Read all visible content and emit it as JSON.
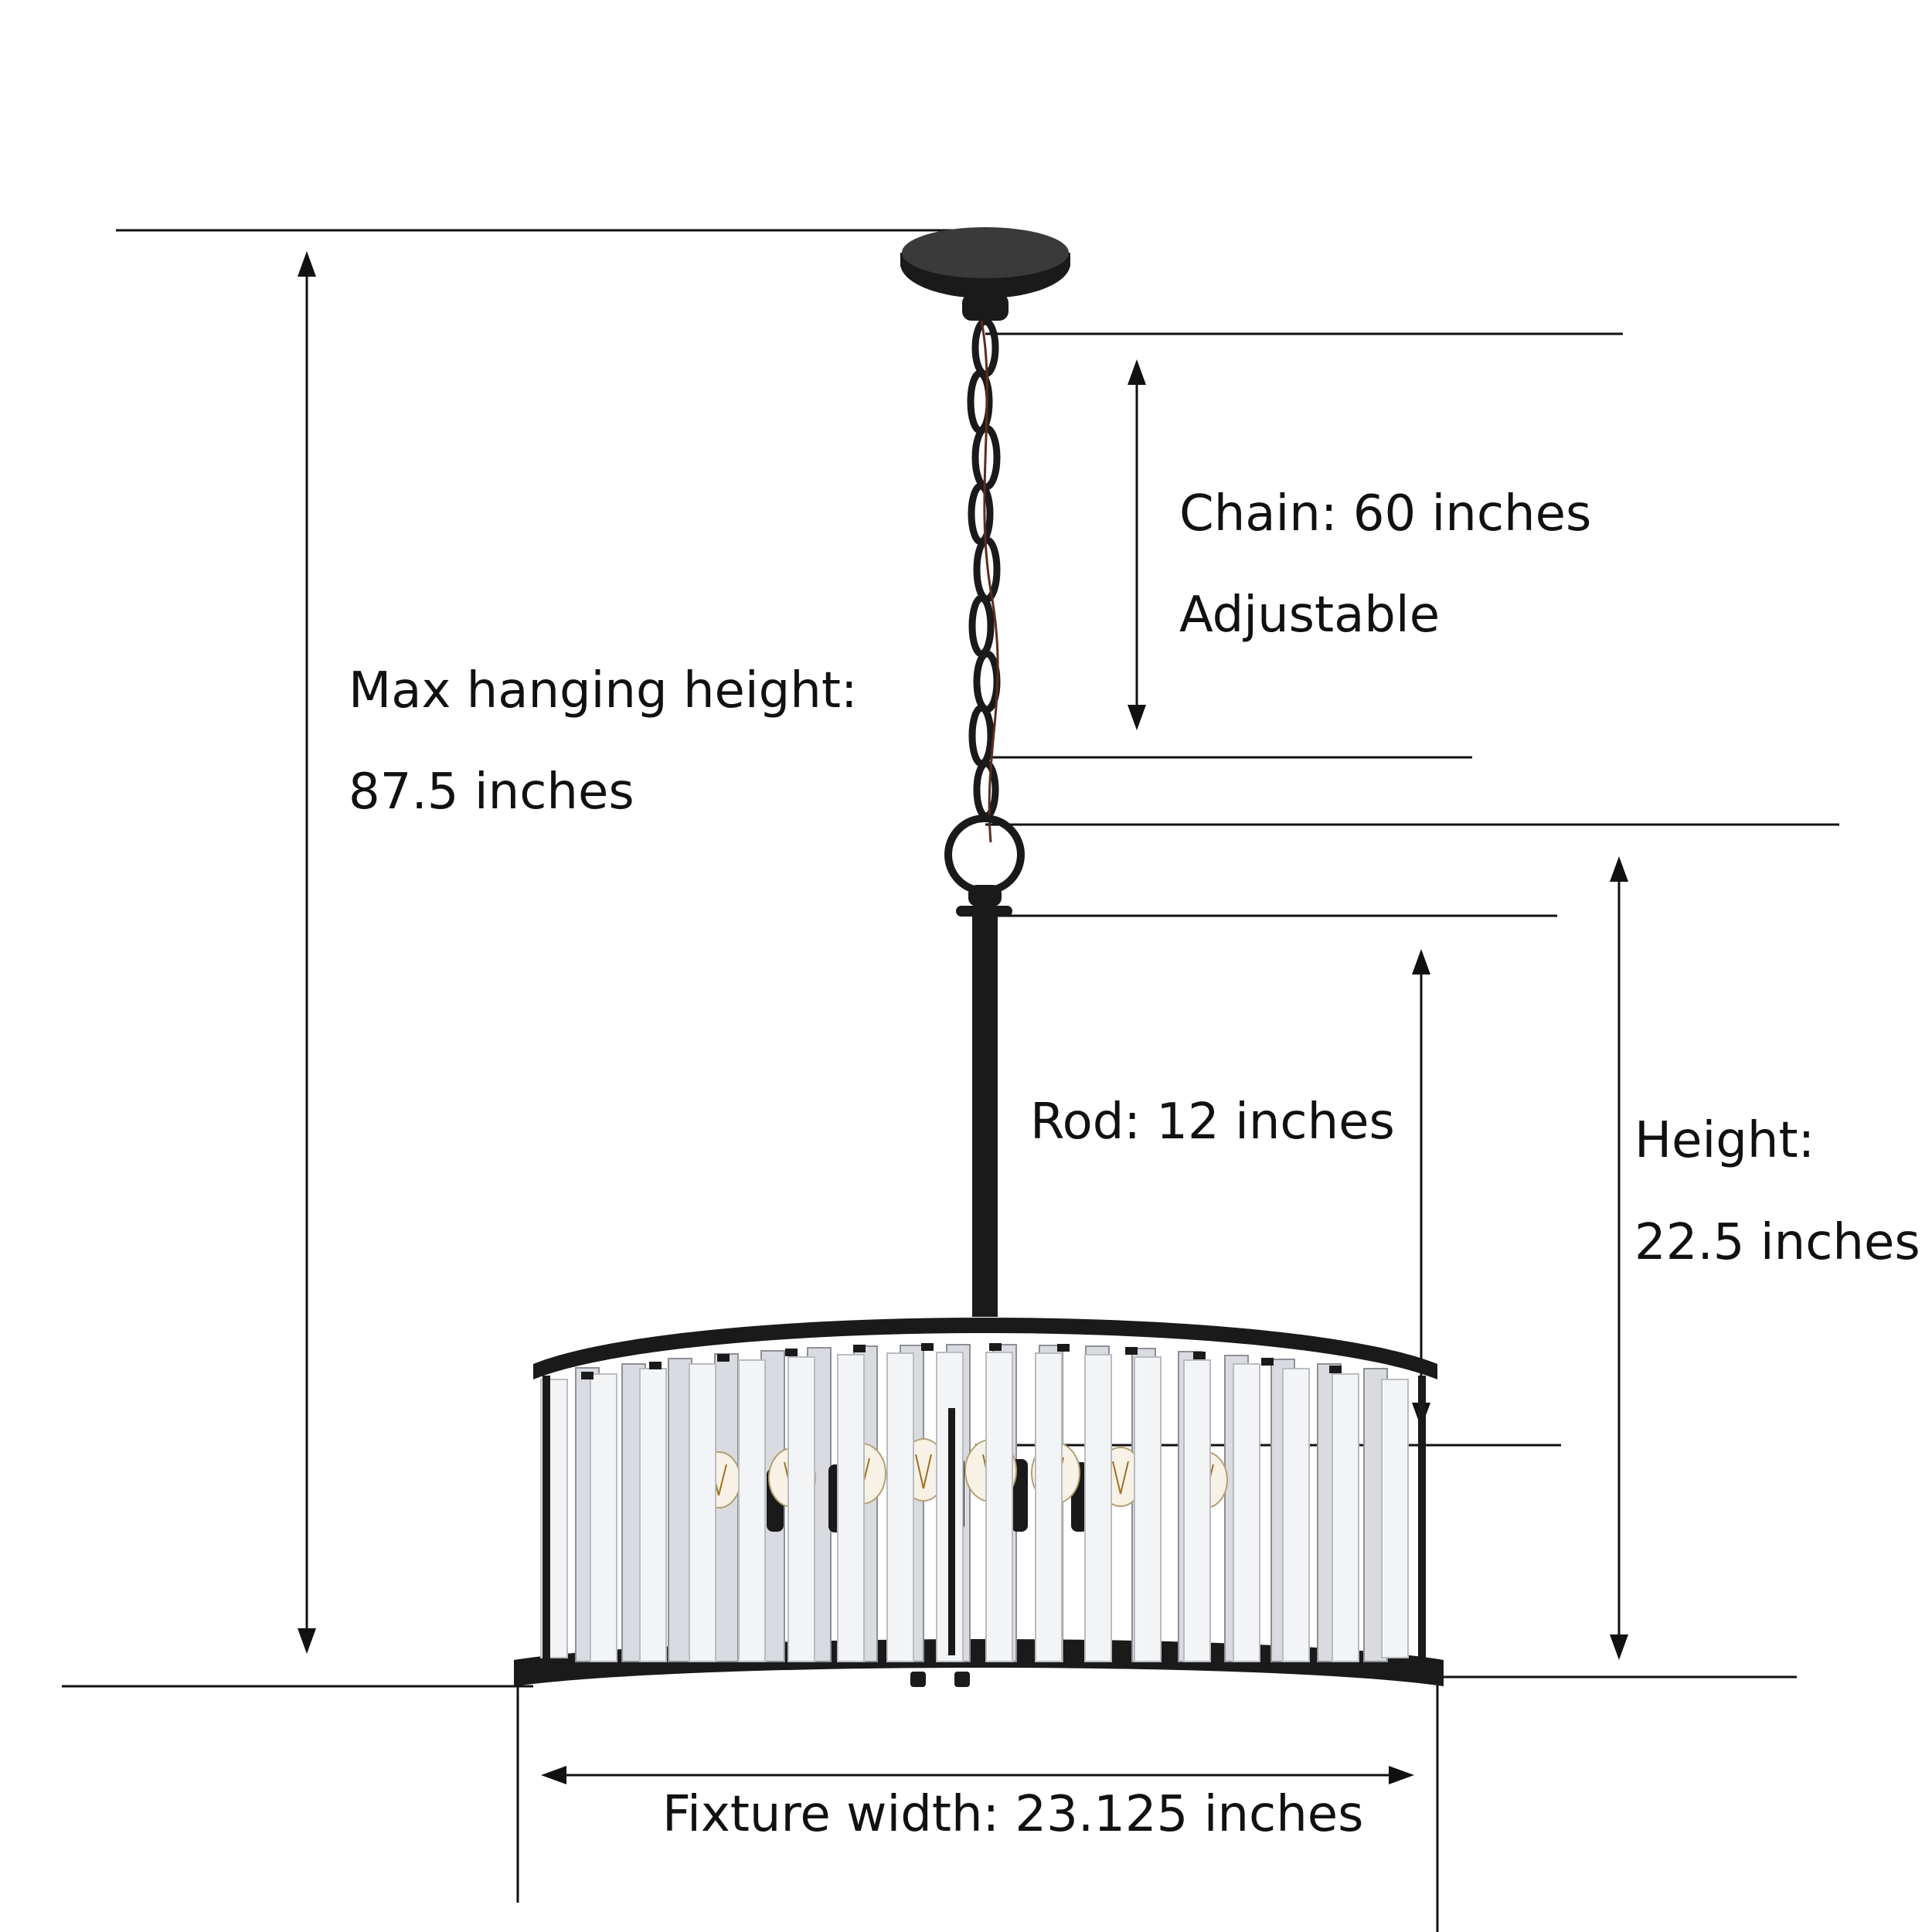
{
  "labels": {
    "chain_line1": "Chain: 60 inches",
    "chain_line2": "Adjustable",
    "max_line1": "Max hanging height:",
    "max_line2": "87.5 inches",
    "rod": "Rod: 12 inches",
    "height_line1": "Height:",
    "height_line2": "22.5 inches",
    "width": "Fixture width: 23.125 inches"
  },
  "colors": {
    "line": "#111111",
    "metal": "#1a1a1a",
    "background": "#ffffff"
  }
}
